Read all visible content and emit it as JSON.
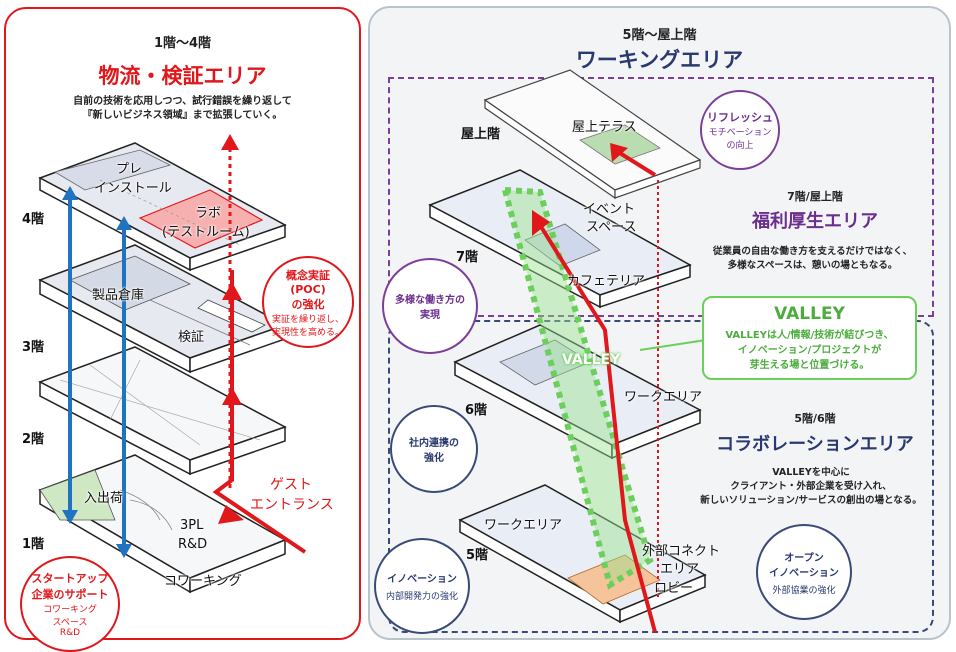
{
  "left": {
    "floors_range": "1階～4階",
    "title": "物流・検証エリア",
    "desc1": "自前の技術を応用しつつ、試行錯誤を繰り返して",
    "desc2": "『新しいビジネス領域』まで拡張していく。",
    "floors": {
      "f4": "4階",
      "f3": "3階",
      "f2": "2階",
      "f1": "1階"
    },
    "plan_labels": {
      "preinstall_1": "プレ",
      "preinstall_2": "インストール",
      "lab_1": "ラボ",
      "lab_2": "(テストルーム)",
      "warehouse": "製品倉庫",
      "verification": "検証",
      "shipping": "入出荷",
      "pl3": "3PL",
      "rd": "R&D",
      "coworking": "コワーキング",
      "guest_1": "ゲスト",
      "guest_2": "エントランス"
    },
    "poc": {
      "line1": "概念実証",
      "line2": "(POC)",
      "line3": "の強化",
      "sub1": "実証を繰り返し、",
      "sub2": "実現性を高める。"
    },
    "startup": {
      "line1": "スタートアップ",
      "line2": "企業のサポート",
      "sub1": "コワーキング",
      "sub2": "スペース",
      "sub3": "R&D"
    }
  },
  "right": {
    "floors_range": "5階～屋上階",
    "title": "ワーキングエリア",
    "floors": {
      "roof": "屋上階",
      "f7": "7階",
      "f6": "6階",
      "f5": "5階"
    },
    "plan_labels": {
      "roof_terrace": "屋上テラス",
      "event_1": "イベント",
      "event_2": "スペース",
      "cafeteria": "カフェテリア",
      "valley": "VALLEY",
      "work_area_6": "ワークエリア",
      "work_area_5": "ワークエリア",
      "connect_1": "外部コネクト",
      "connect_2": "エリア",
      "lobby": "ロビー"
    },
    "refresh": {
      "title": "リフレッシュ",
      "sub1": "モチベーション",
      "sub2": "の向上"
    },
    "welfare": {
      "floors": "7階/屋上階",
      "title": "福利厚生エリア",
      "desc1": "従業員の自由な働き方を支えるだけではなく、",
      "desc2": "多様なスペースは、憩いの場ともなる。"
    },
    "diverse": {
      "line1": "多様な働き方の",
      "line2": "実現"
    },
    "valley_box": {
      "title": "VALLEY",
      "line1": "VALLEYは人/情報/技術が結びつき、",
      "line2": "イノベーション/プロジェクトが",
      "line3": "芽生える場と位置づける。"
    },
    "collab": {
      "floors": "5階/6階",
      "title": "コラボレーションエリア",
      "desc1": "VALLEYを中心に",
      "desc2": "クライアント・外部企業を受け入れ、",
      "desc3": "新しいソリューション/サービスの創出の場となる。"
    },
    "internal": {
      "line1": "社内連携の",
      "line2": "強化"
    },
    "innovation": {
      "title": "イノベーション",
      "sub": "内部開発力の強化"
    },
    "open": {
      "line1": "オープン",
      "line2": "イノベーション",
      "sub": "外部協業の強化"
    }
  }
}
